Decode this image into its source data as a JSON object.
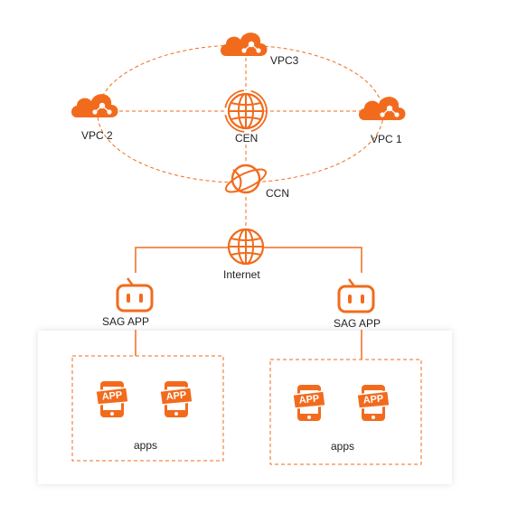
{
  "colors": {
    "accent": "#F26B1D",
    "accent_light": "#F7A46A",
    "panel": "#ffffff",
    "panel_shadow": "#e6e6e6",
    "text": "#222222"
  },
  "nodes": {
    "vpc3": "VPC3",
    "vpc2": "VPC 2",
    "vpc1": "VPC 1",
    "cen": "CEN",
    "ccn": "CCN",
    "internet": "Internet",
    "sag_left": "SAG APP",
    "sag_right": "SAG APP"
  },
  "app_badge": "APP",
  "groups": [
    {
      "label": "apps"
    },
    {
      "label": "apps"
    }
  ]
}
